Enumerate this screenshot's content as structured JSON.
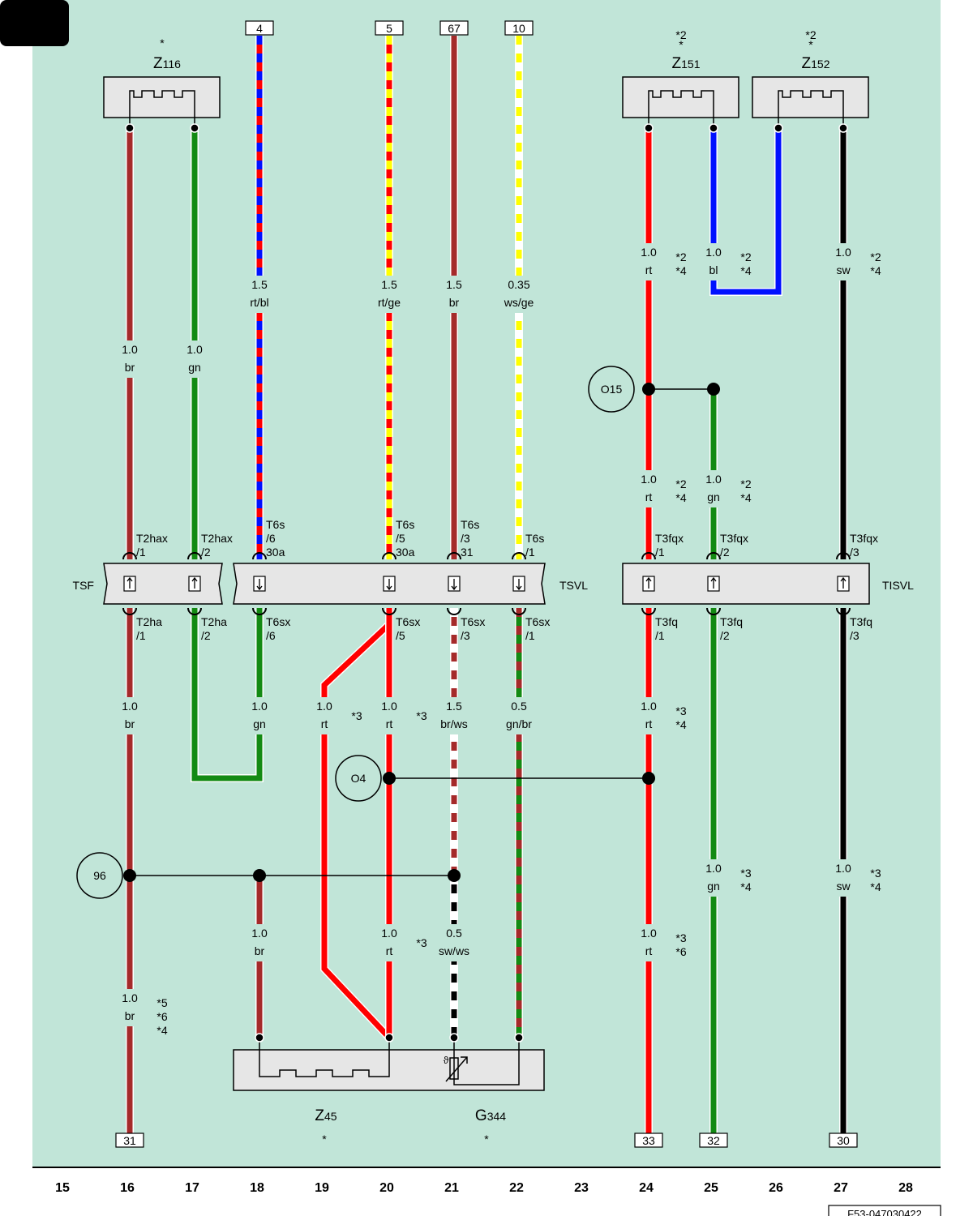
{
  "sheet": {
    "id": "F53-047030422",
    "columns": [
      "15",
      "16",
      "17",
      "18",
      "19",
      "20",
      "21",
      "22",
      "23",
      "24",
      "25",
      "26",
      "27",
      "28"
    ],
    "colors": {
      "background": "#c1e5d8",
      "box": "#e6e6e6",
      "red": "#ff0000",
      "brown": "#a52a2a",
      "green": "#138a13",
      "blue": "#0011ff",
      "yellow": "#ffff00",
      "white": "#ffffff",
      "black": "#000000"
    }
  },
  "components": {
    "z116": {
      "letter": "Z",
      "num": "116",
      "note": "*"
    },
    "z151": {
      "letter": "Z",
      "num": "151",
      "note": "*2",
      "note2": "*"
    },
    "z152": {
      "letter": "Z",
      "num": "152",
      "note": "*2",
      "note2": "*"
    },
    "z45": {
      "letter": "Z",
      "num": "45",
      "note": "*"
    },
    "g344": {
      "letter": "G",
      "num": "344",
      "note": "*"
    }
  },
  "connectors": {
    "tsf": {
      "label": "TSF"
    },
    "tsvl": {
      "label": "TSVL"
    },
    "tisvl": {
      "label": "TISVL"
    },
    "pins": {
      "t2hax1": [
        "T2hax",
        "/1"
      ],
      "t2hax2": [
        "T2hax",
        "/2"
      ],
      "t2ha1": [
        "T2ha",
        "/1"
      ],
      "t2ha2": [
        "T2ha",
        "/2"
      ],
      "t6s6": [
        "T6s",
        "/6",
        "30a"
      ],
      "t6s5": [
        "T6s",
        "/5",
        "30a"
      ],
      "t6s3": [
        "T6s",
        "/3",
        "31"
      ],
      "t6s1": [
        "T6s",
        "/1"
      ],
      "t6sx6": [
        "T6sx",
        "/6"
      ],
      "t6sx5": [
        "T6sx",
        "/5"
      ],
      "t6sx3": [
        "T6sx",
        "/3"
      ],
      "t6sx1": [
        "T6sx",
        "/1"
      ],
      "t3fqx1": [
        "T3fqx",
        "/1"
      ],
      "t3fqx2": [
        "T3fqx",
        "/2"
      ],
      "t3fqx3": [
        "T3fqx",
        "/3"
      ],
      "t3fq1": [
        "T3fq",
        "/1"
      ],
      "t3fq2": [
        "T3fq",
        "/2"
      ],
      "t3fq3": [
        "T3fq",
        "/3"
      ]
    }
  },
  "references": {
    "top": [
      "4",
      "5",
      "67",
      "10"
    ],
    "bottom": [
      "31",
      "33",
      "32",
      "30"
    ]
  },
  "nodes": {
    "o15": "O15",
    "o4": "O4",
    "n96": "96"
  },
  "wires": {
    "w16a": [
      "1.0",
      "br"
    ],
    "w17a": [
      "1.0",
      "gn"
    ],
    "w18a": [
      "1.5",
      "rt/bl"
    ],
    "w20a": [
      "1.5",
      "rt/ge"
    ],
    "w21a": [
      "1.5",
      "br"
    ],
    "w22a": [
      "0.35",
      "ws/ge"
    ],
    "w24a": [
      "1.0",
      "rt",
      "*2",
      "*4"
    ],
    "w25a": [
      "1.0",
      "bl",
      "*2",
      "*4"
    ],
    "w27a": [
      "1.0",
      "sw",
      "*2",
      "*4"
    ],
    "w24b": [
      "1.0",
      "rt",
      "*2",
      "*4"
    ],
    "w25b": [
      "1.0",
      "gn",
      "*2",
      "*4"
    ],
    "w16b": [
      "1.0",
      "br"
    ],
    "w18b": [
      "1.0",
      "gn"
    ],
    "w19": [
      "1.0",
      "rt",
      "*3"
    ],
    "w20b": [
      "1.0",
      "rt",
      "*3"
    ],
    "w21b": [
      "1.5",
      "br/ws"
    ],
    "w22b": [
      "0.5",
      "gn/br"
    ],
    "w24c": [
      "1.0",
      "rt",
      "*3",
      "*4"
    ],
    "w25c": [
      "1.0",
      "gn",
      "*3",
      "*4"
    ],
    "w27c": [
      "1.0",
      "sw",
      "*3",
      "*4"
    ],
    "w18c": [
      "1.0",
      "br"
    ],
    "w20c": [
      "1.0",
      "rt",
      "*3"
    ],
    "w21c": [
      "0.5",
      "sw/ws"
    ],
    "w24d": [
      "1.0",
      "rt",
      "*3",
      "*6"
    ],
    "w16c": [
      "1.0",
      "br",
      "*5",
      "*6",
      "*4"
    ]
  }
}
